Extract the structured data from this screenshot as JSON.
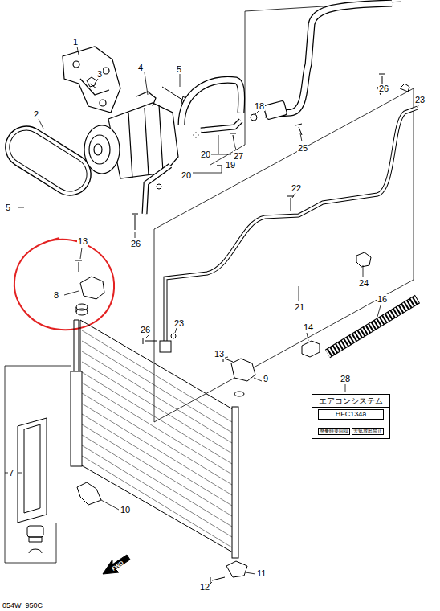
{
  "diagram": {
    "nodes": [
      {
        "text": [
          "エアコンシステム",
          "HFC134a",
          "廃棄時要回収",
          "大気放出禁止"
        ]
      }
    ],
    "labels": [
      "1",
      "3",
      "2",
      "4",
      "5",
      "18",
      "26",
      "23",
      "20",
      "27",
      "25",
      "19",
      "20",
      "5",
      "22",
      "26",
      "24",
      "13",
      "8",
      "21",
      "16",
      "26",
      "23",
      "14",
      "13",
      "9",
      "28",
      "7",
      "10",
      "FWD",
      "11",
      "12",
      "054W_950C"
    ]
  }
}
